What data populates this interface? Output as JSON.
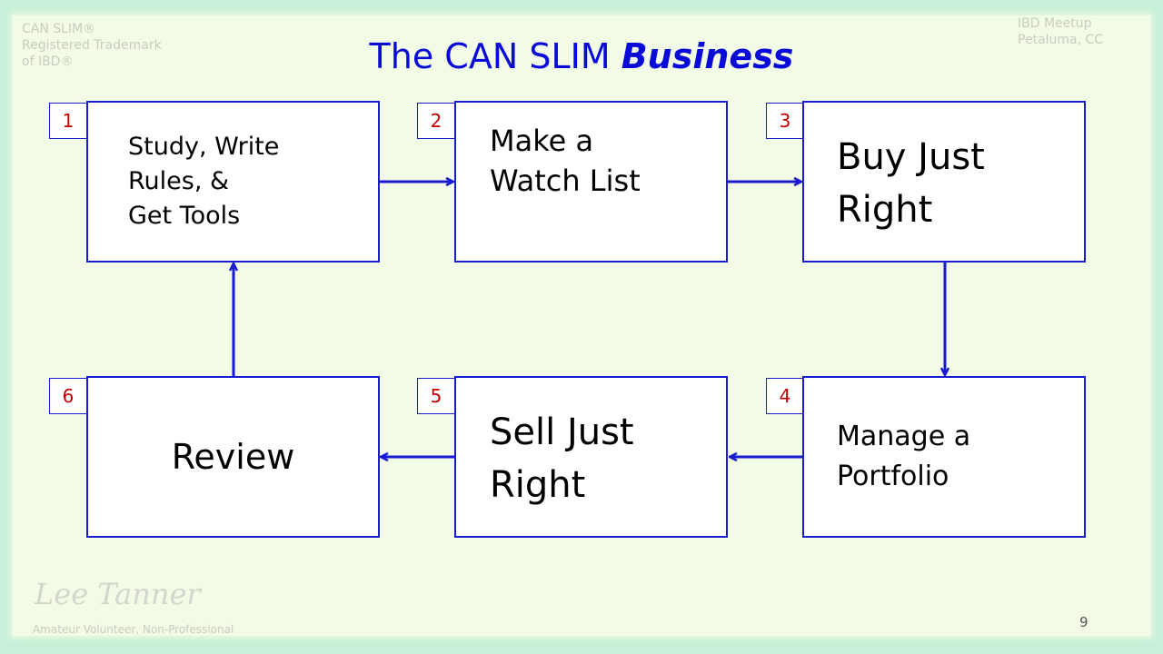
{
  "title": {
    "main": "The CAN SLIM ",
    "emphasis": "Business"
  },
  "watermarks": {
    "top_left": [
      "CAN SLIM®",
      "Registered Trademark",
      "of IBD®"
    ],
    "top_right": [
      "IBD Meetup",
      "Petaluma, CC"
    ],
    "signature": "Lee Tanner",
    "footer": "Amateur Volunteer, Non-Professional"
  },
  "steps": [
    {
      "number": "1",
      "lines": [
        "Study, Write",
        "Rules, &",
        "Get Tools"
      ]
    },
    {
      "number": "2",
      "lines": [
        "Make a",
        "Watch List"
      ]
    },
    {
      "number": "3",
      "lines": [
        "Buy Just",
        "Right"
      ]
    },
    {
      "number": "4",
      "lines": [
        "Manage a",
        "Portfolio"
      ]
    },
    {
      "number": "5",
      "lines": [
        "Sell Just",
        "Right"
      ]
    },
    {
      "number": "6",
      "lines": [
        "Review"
      ]
    }
  ],
  "flow": [
    "1→2",
    "2→3",
    "3→4",
    "4→5",
    "5→6",
    "6→1"
  ],
  "colors": {
    "box_border": "#1a1ad0",
    "arrow": "#1a1ad0",
    "number": "#c00000",
    "title": "#0a0ad8",
    "background": "#f2fbe6"
  },
  "page_number": "9"
}
